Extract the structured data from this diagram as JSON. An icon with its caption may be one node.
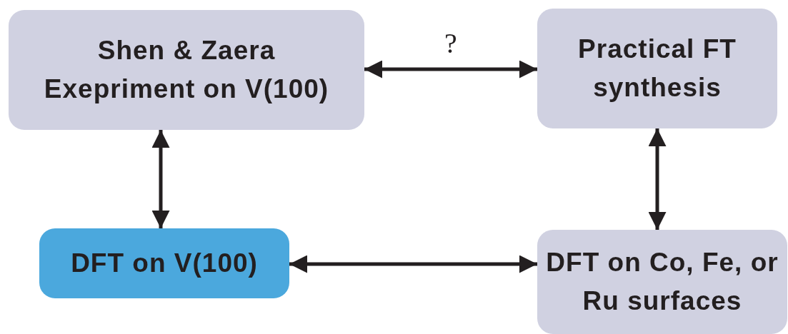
{
  "diagram": {
    "nodes": [
      {
        "text": [
          "Shen & Zaera",
          "Exepriment on V(100)"
        ]
      },
      {
        "text": [
          "Practical FT synthesis"
        ]
      },
      {
        "text": [
          "DFT on V(100)"
        ]
      },
      {
        "text": [
          "DFT on Co, Fe, or Ru surfaces"
        ]
      }
    ],
    "edges": [
      {
        "from": 0,
        "to": 1,
        "arrow": "both",
        "label": "?"
      },
      {
        "from": 0,
        "to": 2,
        "arrow": "both"
      },
      {
        "from": 1,
        "to": 3,
        "arrow": "both"
      },
      {
        "from": 2,
        "to": 3,
        "arrow": "both"
      }
    ]
  }
}
